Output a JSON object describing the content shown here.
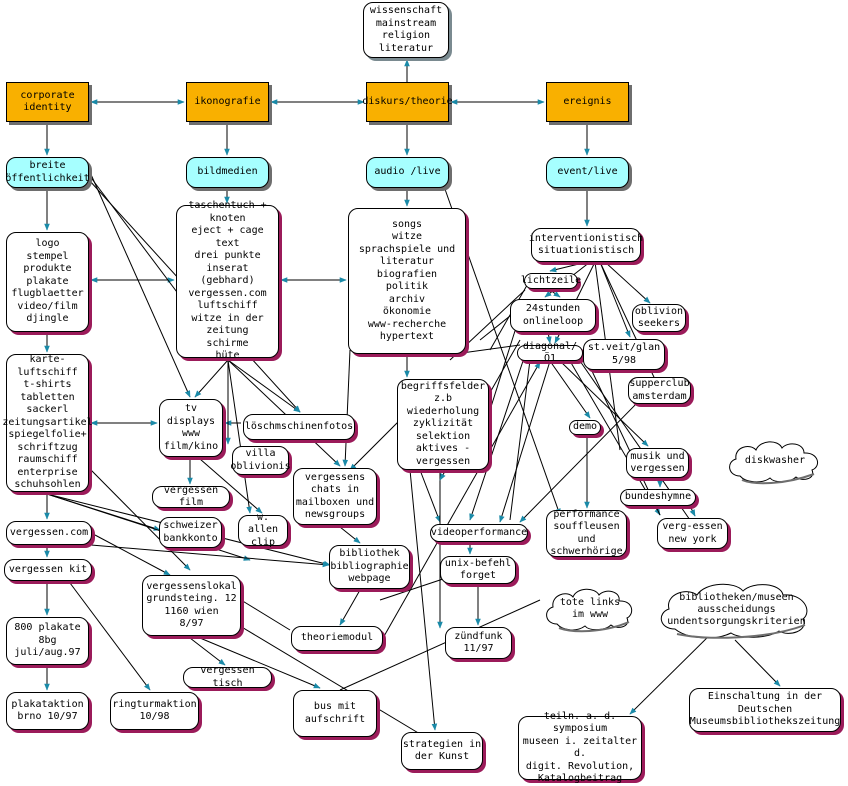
{
  "colors": {
    "orange": "#f9b000",
    "cyan": "#a6ffff",
    "shadow_magenta": "#9b1b5a",
    "arrow_teal": "#1a8aa8"
  },
  "nodes": {
    "wissenschaft": "wissenschaft\nmainstream\nreligion\nliteratur",
    "corporate": "corporate\nidentity",
    "ikonografie": "ikonografie",
    "diskurs": "diskurs/theorie",
    "ereignis": "ereignis",
    "breite": "breite\nöffentlichkeit",
    "bildmedien": "bildmedien",
    "audio": "audio /live",
    "event": "event/live",
    "logo": "logo\nstempel\nprodukte\nplakate\nflugblaetter\nvideo/film\ndjingle",
    "taschentuch": "taschentuch +\nknoten\neject + cage text\ndrei punkte\ninserat (gebhard)\nvergessen.com\nluftschiff\nwitze in der\nzeitung\nschirme\nhüte",
    "songs": "songs\nwitze\nsprachspiele und\nliteratur\nbiografien\npolitik\narchiv\nökonomie\nwww-recherche\nhypertext",
    "intervention": "interventionistisch\nsituationistisch",
    "lichtzeile": "lichtzeile",
    "stunden": "24stunden\nonlineloop",
    "oblivion": "oblivion\nseekers",
    "diagonal": "diagonal/Ö1",
    "stveit": "st.veit/glan\n5/98",
    "karte": "karte-luftschiff\nt-shirts\ntabletten\nsackerl\nzeitungsartikel\nspiegelfolie+\nschriftzug\nraumschiff\nenterprise\nschuhsohlen",
    "tv": "tv\ndisplays\nwww\nfilm/kino",
    "loesch": "löschmschinenfotos",
    "begriff": "begriffsfelder\nz.b wiederholung\nzyklizität\nselektion\naktives -\nvergessen",
    "supperclub": "supperclub\namsterdam",
    "demo": "demo",
    "musik": "musik und\nvergessen",
    "bundeshymne": "bundeshymne",
    "villa": "villa\noblivionis",
    "vchats": "vergessens\nchats in\nmailboxen und\nnewsgroups",
    "vfilm": "vergessen film",
    "schweizer": "schweizer\nbankkonto",
    "wallen": "w. allen\nclip",
    "vcom": "vergessen.com",
    "vkit": "vergessen kit",
    "vlokal": "vergessenslokal\ngrundsteing. 12\n1160 wien\n8/97",
    "bibliothek": "bibliothek\nbibliographie\nwebpage",
    "videoperf": "videoperformance",
    "unix": "unix-befehl\nforget",
    "performance": "performance\nsouffleusen und\nschwerhörige",
    "vergessen_ny": "verg-essen\nnew york",
    "plakate800": "800 plakate 8bg\njuli/aug.97",
    "theoriemodul": "theoriemodul",
    "zuendfunk": "zündfunk\n11/97",
    "vtisch": "vergessen tisch",
    "plakataktion": "plakataktion\nbrno 10/97",
    "ringturm": "ringturmaktion\n10/98",
    "bus": "bus mit\naufschrift",
    "strategien": "strategien in\nder Kunst",
    "teiln": "teiln. a. d. symposium\nmuseen i. zeitalter d.\ndigit. Revolution,\nKatalogbeitrag",
    "einschaltung": "Einschaltung in der Deutschen\nMuseumsbibliothekszeitung"
  },
  "clouds": {
    "diskwasher": "diskwasher",
    "totelinks": "tote links\nim www",
    "bibliotheken": "bibliotheken/museen\nausscheidungs\nundentsorgungskriterien"
  }
}
